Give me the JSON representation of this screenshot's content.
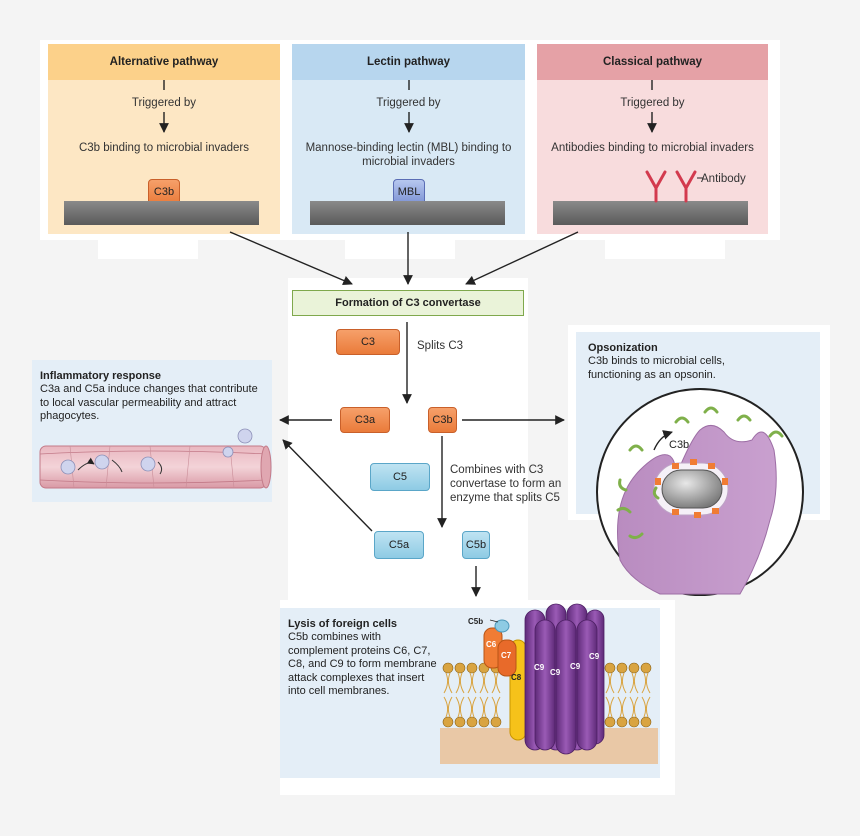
{
  "pathways": {
    "alternative": {
      "title": "Alternative pathway",
      "triggered": "Triggered by",
      "trigger": "C3b binding to microbial invaders",
      "badge": "C3b"
    },
    "lectin": {
      "title": "Lectin pathway",
      "triggered": "Triggered by",
      "trigger": "Mannose-binding lectin (MBL) binding to microbial invaders",
      "badge": "MBL"
    },
    "classical": {
      "title": "Classical pathway",
      "triggered": "Triggered by",
      "trigger": "Antibodies binding to microbial invaders",
      "antibody_label": "Antibody"
    }
  },
  "convertase": {
    "title": "Formation of C3 convertase"
  },
  "flow": {
    "c3": "C3",
    "splits_c3": "Splits C3",
    "c3a": "C3a",
    "c3b": "C3b",
    "c5": "C5",
    "combines": "Combines with C3 convertase to form an enzyme that splits C5",
    "c5a": "C5a",
    "c5b": "C5b"
  },
  "inflammatory": {
    "title": "Inflammatory response",
    "text": "C3a and C5a induce changes that contribute to local vascular permeability and attract phagocytes."
  },
  "opsonization": {
    "title": "Opsonization",
    "text": "C3b binds to microbial cells, functioning as an opsonin.",
    "c3b_label": "C3b"
  },
  "lysis": {
    "title": "Lysis of foreign cells",
    "text": "C5b combines with complement proteins C6, C7, C8, and C9 to form membrane attack complexes that insert into cell membranes.",
    "labels": {
      "c5b": "C5b",
      "c6": "C6",
      "c7": "C7",
      "c8": "C8",
      "c9": "C9"
    }
  },
  "colors": {
    "alternative_header": "#fcd18a",
    "alternative_body": "#fde7c4",
    "lectin_header": "#b7d6ee",
    "lectin_body": "#d9e9f5",
    "classical_header": "#e5a1a6",
    "classical_body": "#f8dcdd",
    "convertase_fill": "#eaf3d9",
    "convertase_border": "#7fa84c",
    "info_panel": "#e4eef7",
    "mac_purple": "#7a3d94",
    "antibody": "#d33a4e"
  }
}
